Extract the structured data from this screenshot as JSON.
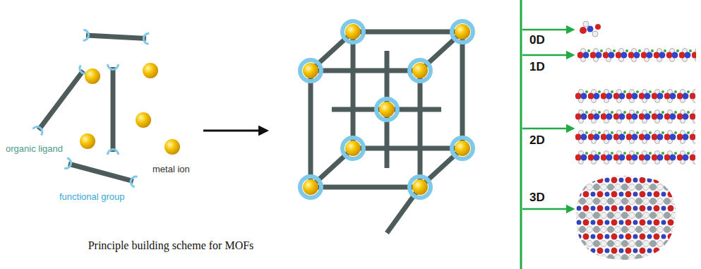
{
  "diagram": {
    "caption": "Principle building scheme for MOFs",
    "labels": [
      "metal ion",
      "organic ligand",
      "functional group",
      "0D",
      "1D",
      "2D",
      "3D"
    ]
  }
}
